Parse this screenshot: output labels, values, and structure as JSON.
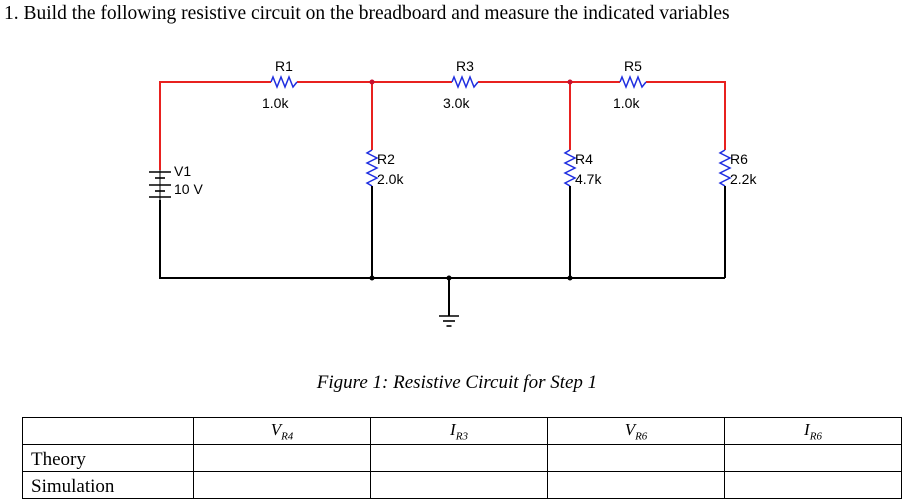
{
  "question": {
    "text": "1.  Build the following resistive circuit on the breadboard and measure the indicated variables"
  },
  "circuit": {
    "colors": {
      "wire_red": "#e8211f",
      "wire_black": "#000000",
      "resistor_blue": "#1f2ee0",
      "node_red": "#c8102e"
    },
    "source": {
      "name": "V1",
      "value": "10 V"
    },
    "resistors": [
      {
        "name": "R1",
        "value": "1.0k"
      },
      {
        "name": "R3",
        "value": "3.0k"
      },
      {
        "name": "R5",
        "value": "1.0k"
      },
      {
        "name": "R2",
        "value": "2.0k"
      },
      {
        "name": "R4",
        "value": "4.7k"
      },
      {
        "name": "R6",
        "value": "2.2k"
      }
    ],
    "ground": "ground-symbol"
  },
  "caption": "Figure 1: Resistive Circuit for Step 1",
  "table": {
    "headers": [
      {
        "main": "V",
        "sub": "R4"
      },
      {
        "main": "I",
        "sub": "R3"
      },
      {
        "main": "V",
        "sub": "R6"
      },
      {
        "main": "I",
        "sub": "R6"
      }
    ],
    "rows": [
      {
        "label": "Theory",
        "values": [
          "",
          "",
          "",
          ""
        ]
      },
      {
        "label": "Simulation",
        "values": [
          "",
          "",
          "",
          ""
        ]
      }
    ]
  }
}
